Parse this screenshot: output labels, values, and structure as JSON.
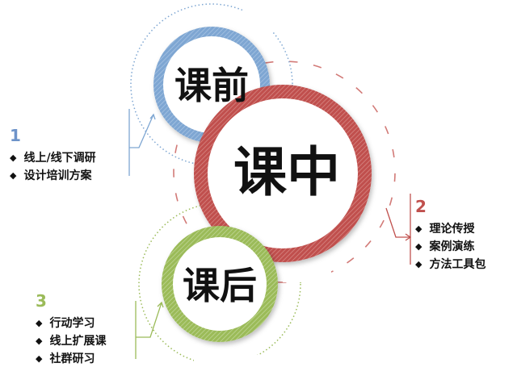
{
  "phases": [
    {
      "label": "课前",
      "color": "#7ea6d2"
    },
    {
      "label": "课中",
      "color": "#c0504d"
    },
    {
      "label": "课后",
      "color": "#9bbb59"
    }
  ],
  "steps": [
    {
      "number": "1",
      "color": "#6d93c9",
      "items": [
        "线上/线下调研",
        "设计培训方案"
      ]
    },
    {
      "number": "2",
      "color": "#c0504d",
      "items": [
        "理论传授",
        "案例演练",
        "方法工具包"
      ]
    },
    {
      "number": "3",
      "color": "#9bbb59",
      "items": [
        "行动学习",
        "线上扩展课",
        "社群研习"
      ]
    }
  ]
}
